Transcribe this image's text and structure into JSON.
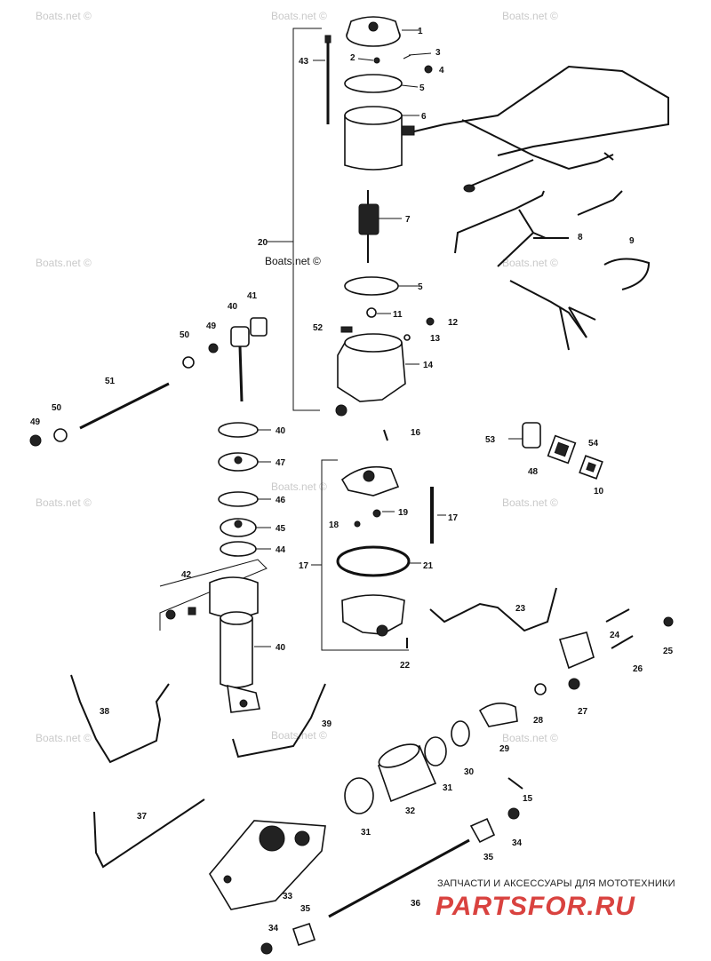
{
  "watermarks": [
    "Boats.net ©",
    "Boats.net ©",
    "Boats.net ©",
    "Boats.net ©",
    "Boats.net ©",
    "Boats.net ©",
    "Boats.net ©",
    "Boats.net ©",
    "Boats.net ©",
    "Boats.net ©",
    "Boats.net ©"
  ],
  "watermark_dark": "Boats.net ©",
  "callouts": [
    "1",
    "2",
    "3",
    "4",
    "5",
    "6",
    "43",
    "7",
    "20",
    "8",
    "9",
    "5",
    "11",
    "12",
    "52",
    "13",
    "14",
    "41",
    "40",
    "49",
    "50",
    "51",
    "50",
    "49",
    "40",
    "16",
    "47",
    "53",
    "54",
    "48",
    "10",
    "46",
    "18",
    "19",
    "17",
    "45",
    "44",
    "17",
    "21",
    "42",
    "40",
    "23",
    "24",
    "25",
    "26",
    "22",
    "27",
    "28",
    "38",
    "39",
    "29",
    "30",
    "31",
    "15",
    "32",
    "37",
    "31",
    "34",
    "35",
    "33",
    "36",
    "35",
    "34"
  ],
  "footer": {
    "tagline": "ЗАПЧАСТИ И АКСЕССУАРЫ ДЛЯ МОТОТЕХНИКИ",
    "logo": "PARTSFOR.RU"
  },
  "colors": {
    "ink": "#111111",
    "watermark": "#c9c9c9",
    "brand": "#d9423f"
  }
}
